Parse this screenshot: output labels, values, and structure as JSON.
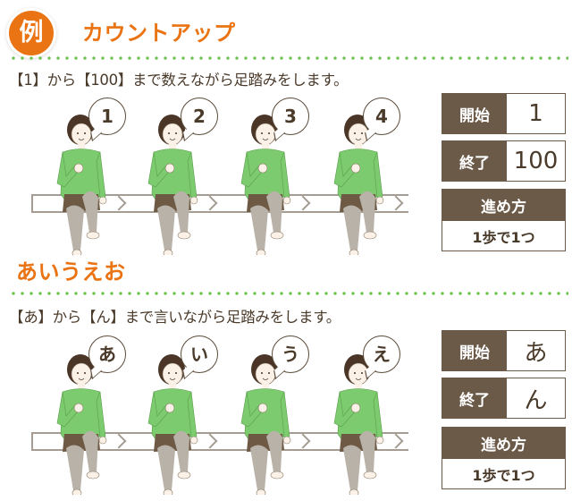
{
  "badge": {
    "label": "例"
  },
  "sections": [
    {
      "title": "カウントアップ",
      "description": "【1】から【100】まで数えながら足踏みをします。",
      "bubbles": [
        "1",
        "2",
        "3",
        "4"
      ],
      "panel": {
        "start_label": "開始",
        "start_value": "1",
        "end_label": "終了",
        "end_value": "100",
        "step_label": "進め方",
        "step_value": "1歩で1つ"
      }
    },
    {
      "title": "あいうえお",
      "description": "【あ】から【ん】まで言いながら足踏みをします。",
      "bubbles": [
        "あ",
        "い",
        "う",
        "え"
      ],
      "panel": {
        "start_label": "開始",
        "start_value": "あ",
        "end_label": "終了",
        "end_value": "ん",
        "step_label": "進め方",
        "step_value": "1歩で1つ"
      }
    }
  ],
  "colors": {
    "accent_orange": "#ea7413",
    "dot_green": "#6cc24a",
    "panel_brown": "#6b5a48",
    "shirt_green": "#7ccb6e",
    "leggings_gray": "#b9b2a8",
    "band_gray": "#a59d93"
  }
}
